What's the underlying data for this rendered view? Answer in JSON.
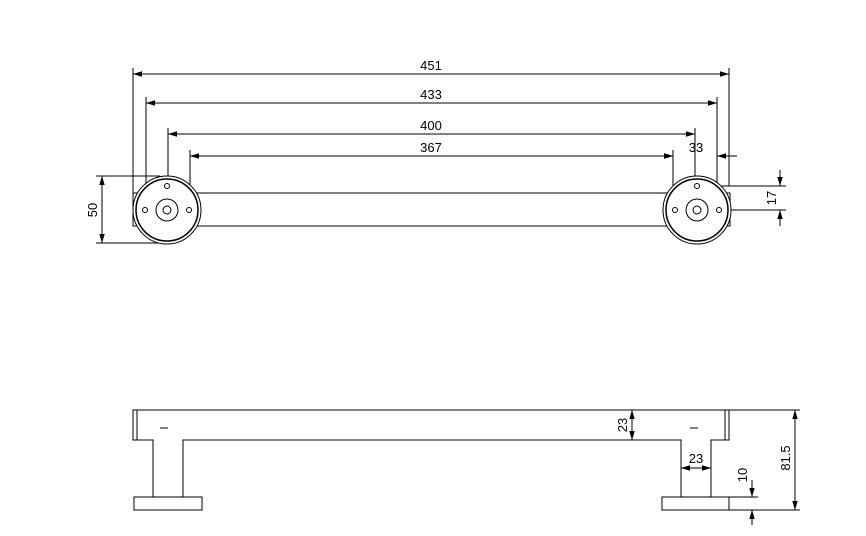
{
  "top_view": {
    "dims": {
      "overall": "451",
      "outer_mount": "433",
      "hole_spacing": "400",
      "bar_inner": "367",
      "rose_hole_spacing": "33",
      "rose_height": "50",
      "hole_offset": "17"
    }
  },
  "side_view": {
    "dims": {
      "bar_thickness": "23",
      "leg_width": "23",
      "base_thickness": "10",
      "total_height": "81.5"
    }
  }
}
